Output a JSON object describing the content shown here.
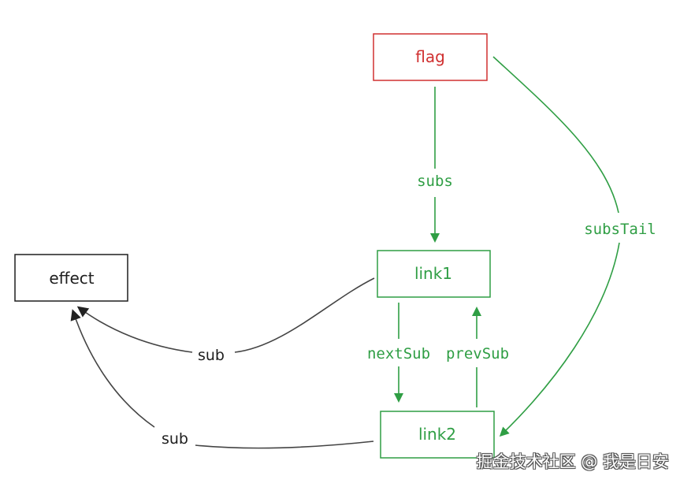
{
  "colors": {
    "red": "#d03030",
    "green": "#2f9e44",
    "black": "#1e1e1e",
    "edge_dark": "#444444"
  },
  "nodes": {
    "flag": "flag",
    "link1": "link1",
    "link2": "link2",
    "effect": "effect"
  },
  "edges": {
    "subs": "subs",
    "subsTail": "subsTail",
    "nextSub": "nextSub",
    "prevSub": "prevSub",
    "sub1": "sub",
    "sub2": "sub"
  },
  "watermark": "掘金技术社区 @ 我是日安"
}
